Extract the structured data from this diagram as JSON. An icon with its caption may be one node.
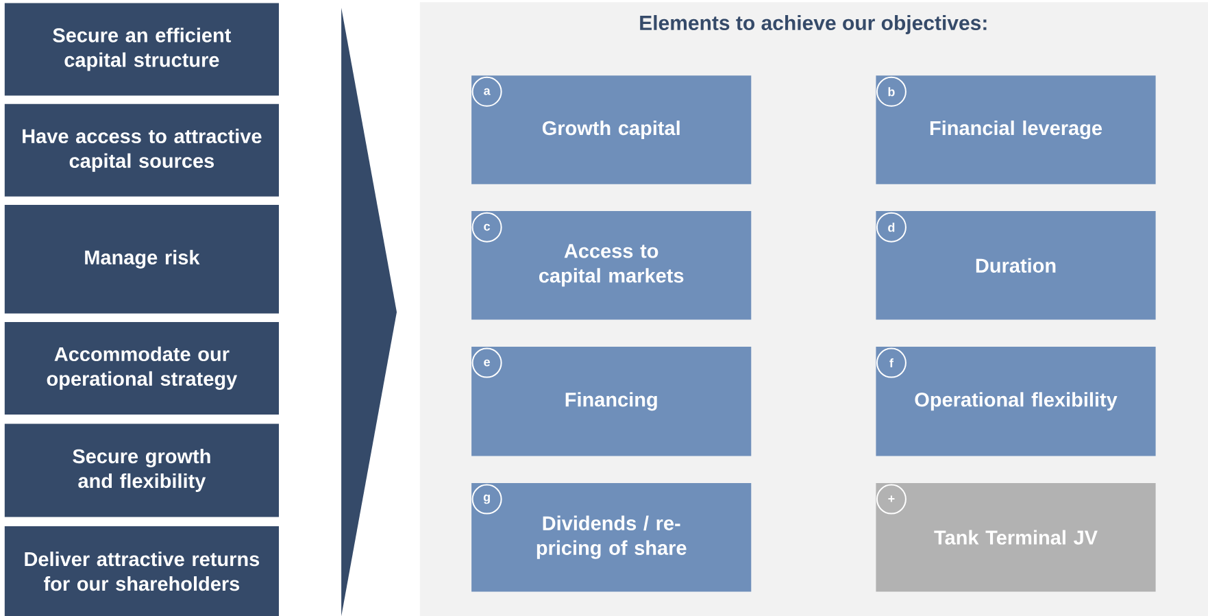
{
  "diagram": {
    "nodes": [
      {
        "text": [
          "Secure an efficient capital structure"
        ]
      },
      {
        "text": [
          "Have access to attractive capital sources"
        ]
      },
      {
        "text": [
          "Manage risk"
        ]
      },
      {
        "text": [
          "Accommodate our operational strategy"
        ]
      },
      {
        "text": [
          "Secure growth and flexibility"
        ]
      },
      {
        "text": [
          "Deliver attractive returns for our shareholders"
        ]
      },
      {
        "text": [
          "Elements to achieve our objectives:"
        ]
      },
      {
        "text": [
          "Growth capital"
        ],
        "in": 6
      },
      {
        "text": [
          "a"
        ],
        "in": 7
      },
      {
        "text": [
          "Financial leverage"
        ],
        "in": 6
      },
      {
        "text": [
          "b"
        ],
        "in": 9
      },
      {
        "text": [
          "Access to capital markets"
        ],
        "in": 6
      },
      {
        "text": [
          "c"
        ],
        "in": 11
      },
      {
        "text": [
          "Duration"
        ],
        "in": 6
      },
      {
        "text": [
          "d"
        ],
        "in": 13
      },
      {
        "text": [
          "Financing"
        ],
        "in": 6
      },
      {
        "text": [
          "e"
        ],
        "in": 15
      },
      {
        "text": [
          "Operational flexibility"
        ],
        "in": 6
      },
      {
        "text": [
          "f"
        ],
        "in": 17
      },
      {
        "text": [
          "Dividends / re-pricing of share"
        ],
        "in": 6
      },
      {
        "text": [
          "g"
        ],
        "in": 19
      },
      {
        "text": [
          "Tank Terminal JV"
        ],
        "in": 6
      },
      {
        "text": [
          "+"
        ],
        "in": 21
      }
    ],
    "edges": [
      {
        "from": null,
        "to": 6,
        "arrow": "to"
      }
    ]
  }
}
